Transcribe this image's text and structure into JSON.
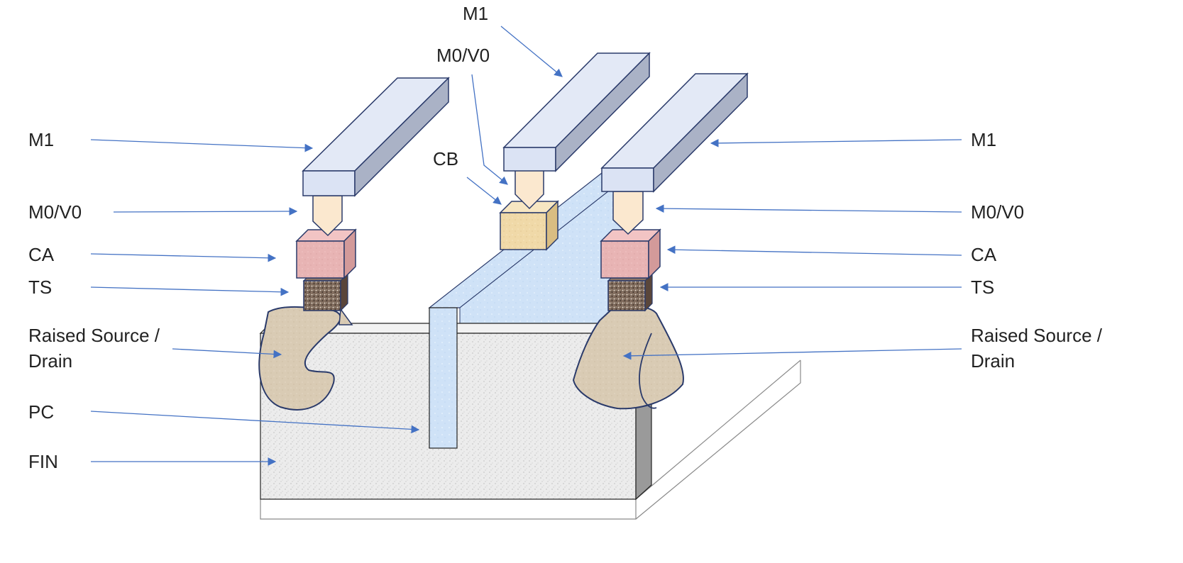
{
  "labels": {
    "left": {
      "m1": "M1",
      "m0v0": "M0/V0",
      "ca": "CA",
      "ts": "TS",
      "rsd_line1": "Raised Source /",
      "rsd_line2": "Drain",
      "pc": "PC",
      "fin": "FIN"
    },
    "top": {
      "m1": "M1",
      "m0v0": "M0/V0",
      "cb": "CB"
    },
    "right": {
      "m1": "M1",
      "m0v0": "M0/V0",
      "ca": "CA",
      "ts": "TS",
      "rsd_line1": "Raised Source /",
      "rsd_line2": "Drain"
    }
  },
  "colors": {
    "arrow": "#4472c4",
    "metal_front": "#dbe3f4",
    "metal_top": "#e3e9f6",
    "metal_side": "#aab2c6",
    "via": "#fbe8cf",
    "ca_front": "#e8b4b4",
    "cb_front": "#f0d9a8",
    "ts": "#6e5a4d",
    "raised_sd": "#d9cbb4",
    "fin": "#ececec",
    "gate": "#cfe2f7"
  }
}
